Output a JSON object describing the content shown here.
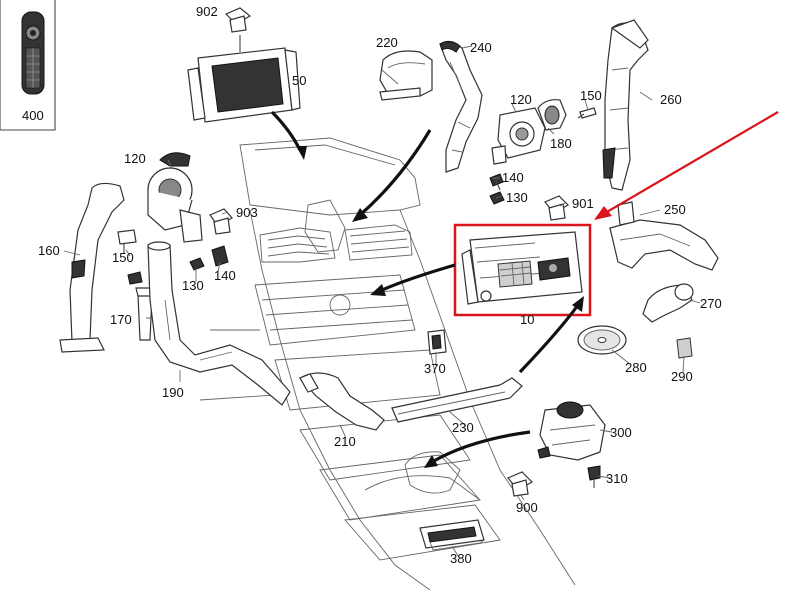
{
  "diagram": {
    "colors": {
      "highlight": "#d9141b",
      "ink": "#111111",
      "line": "#444444"
    },
    "part_labels": [
      {
        "id": "p400",
        "text": "400"
      },
      {
        "id": "p902",
        "text": "902"
      },
      {
        "id": "p50",
        "text": "50"
      },
      {
        "id": "p220",
        "text": "220"
      },
      {
        "id": "p240",
        "text": "240"
      },
      {
        "id": "p120a",
        "text": "120"
      },
      {
        "id": "p150a",
        "text": "150"
      },
      {
        "id": "p180",
        "text": "180"
      },
      {
        "id": "p260",
        "text": "260"
      },
      {
        "id": "p140a",
        "text": "140"
      },
      {
        "id": "p130a",
        "text": "130"
      },
      {
        "id": "p120b",
        "text": "120"
      },
      {
        "id": "p903",
        "text": "903"
      },
      {
        "id": "p901",
        "text": "901"
      },
      {
        "id": "p250",
        "text": "250"
      },
      {
        "id": "p160",
        "text": "160"
      },
      {
        "id": "p150b",
        "text": "150"
      },
      {
        "id": "p130b",
        "text": "130"
      },
      {
        "id": "p140b",
        "text": "140"
      },
      {
        "id": "p270",
        "text": "270"
      },
      {
        "id": "p10",
        "text": "10"
      },
      {
        "id": "p170",
        "text": "170"
      },
      {
        "id": "p280",
        "text": "280"
      },
      {
        "id": "p290",
        "text": "290"
      },
      {
        "id": "p370",
        "text": "370"
      },
      {
        "id": "p190",
        "text": "190"
      },
      {
        "id": "p300",
        "text": "300"
      },
      {
        "id": "p210",
        "text": "210"
      },
      {
        "id": "p230",
        "text": "230"
      },
      {
        "id": "p310",
        "text": "310"
      },
      {
        "id": "p900",
        "text": "900"
      },
      {
        "id": "p380",
        "text": "380"
      }
    ]
  }
}
